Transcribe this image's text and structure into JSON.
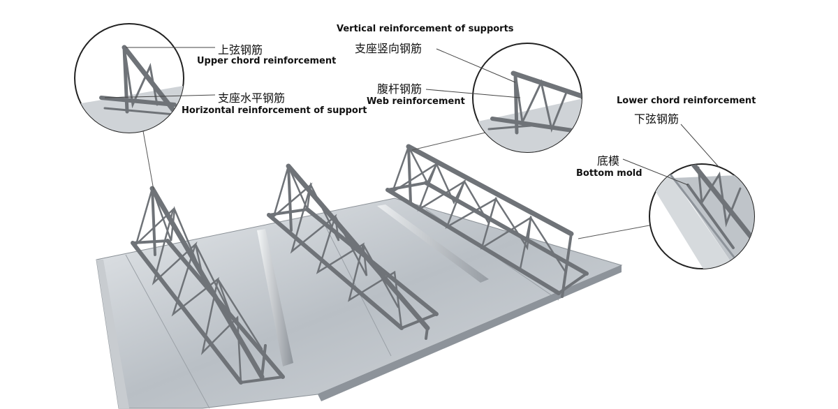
{
  "labels": {
    "upper_chord_zh": "上弦钢筋",
    "upper_chord_en": "Upper chord reinforcement",
    "support_horizontal_zh": "支座水平钢筋",
    "support_horizontal_en": "Horizontal reinforcement of support",
    "support_vertical_en": "Vertical reinforcement of supports",
    "support_vertical_zh": "支座竖向钢筋",
    "web_zh": "腹杆钢筋",
    "web_en": "Web reinforcement",
    "lower_chord_en": "Lower chord reinforcement",
    "lower_chord_zh": "下弦钢筋",
    "bottom_mold_zh": "底模",
    "bottom_mold_en": "Bottom mold"
  },
  "colors": {
    "steel_light": "#d9dde1",
    "steel_mid": "#aeb4ba",
    "steel_dark": "#5c6167",
    "rebar": "#6f7378",
    "leader": "#555555"
  }
}
